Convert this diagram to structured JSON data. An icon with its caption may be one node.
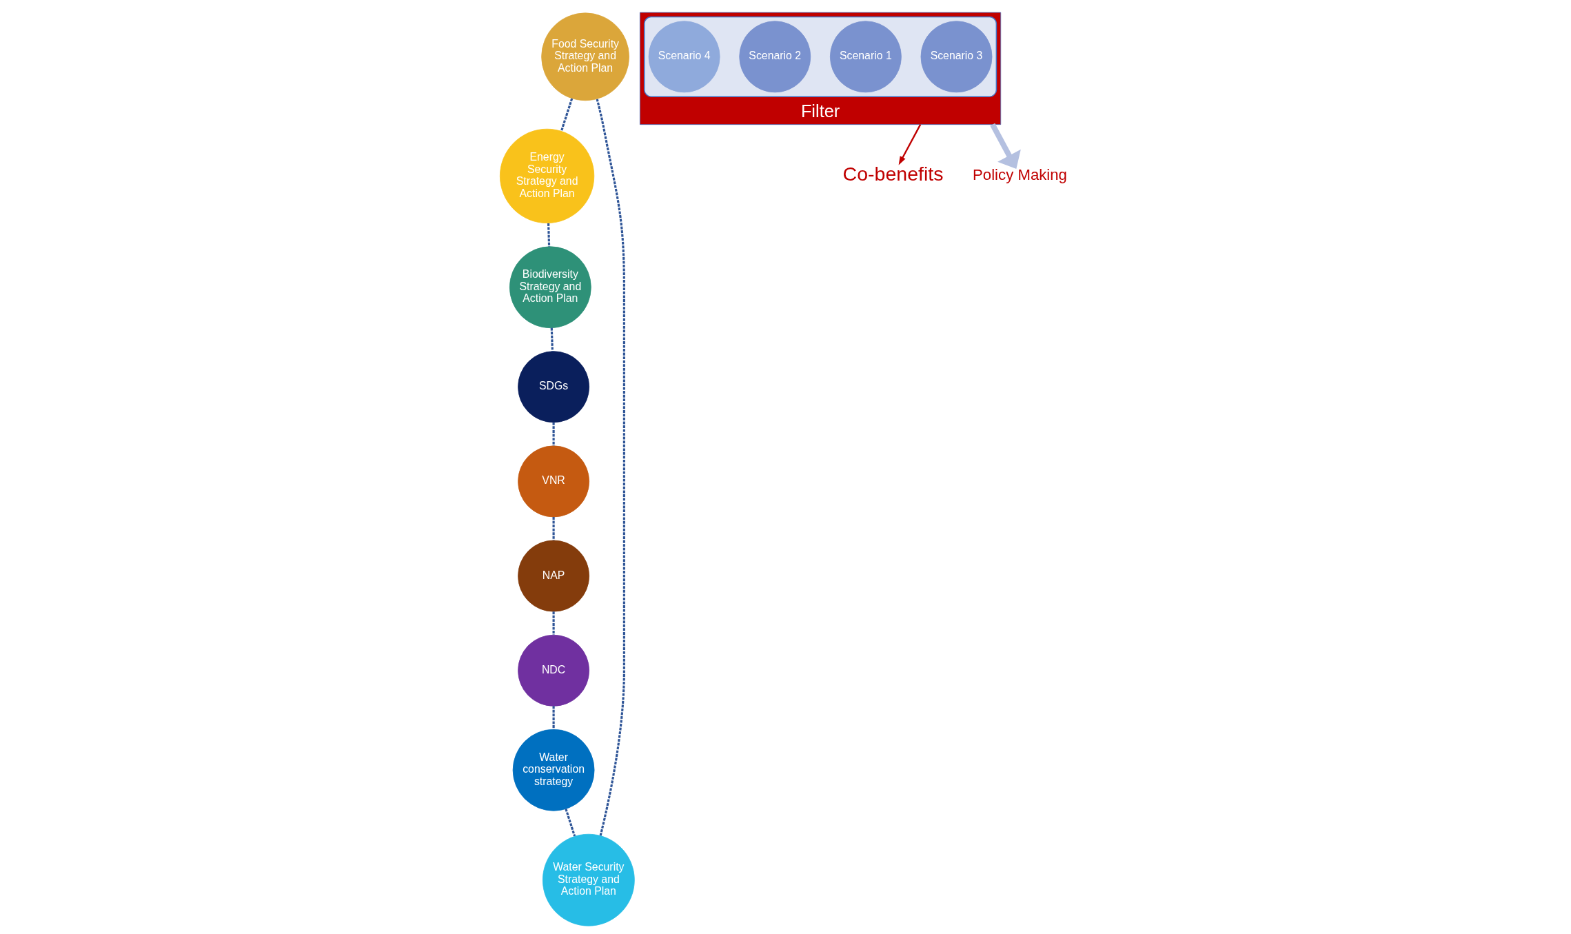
{
  "diagram": {
    "nodes": [
      {
        "text": [
          "Food Security Strategy and Action Plan"
        ]
      },
      {
        "text": [
          "Energy Security Strategy and Action Plan"
        ]
      },
      {
        "text": [
          "Biodiversity Strategy and Action Plan"
        ]
      },
      {
        "text": [
          "SDGs"
        ]
      },
      {
        "text": [
          "VNR"
        ]
      },
      {
        "text": [
          "NAP"
        ]
      },
      {
        "text": [
          "NDC"
        ]
      },
      {
        "text": [
          "Water conservation strategy"
        ]
      },
      {
        "text": [
          "Water Security Strategy and Action Plan"
        ]
      },
      {
        "text": [
          "Filter"
        ]
      },
      {
        "text": [],
        "shape": "ellipse",
        "in": 9
      },
      {
        "text": [
          "Scenario 3"
        ],
        "in": 10
      },
      {
        "text": [
          "Scenario 1"
        ],
        "in": 10
      },
      {
        "text": [
          "Scenario 2"
        ],
        "in": 10
      },
      {
        "text": [
          "Scenario 4"
        ],
        "in": 10
      },
      {
        "text": [
          "Co-benefits"
        ]
      },
      {
        "text": [
          "Policy Making"
        ]
      }
    ],
    "edges": [
      {
        "from": 8,
        "to": 0,
        "arrow": "none",
        "style": "dashed"
      },
      {
        "from": 0,
        "to": 1,
        "arrow": "none",
        "style": "dashed"
      },
      {
        "from": 1,
        "to": 2,
        "arrow": "none",
        "style": "dashed"
      },
      {
        "from": 2,
        "to": 3,
        "arrow": "none",
        "style": "dashed"
      },
      {
        "from": 3,
        "to": 4,
        "arrow": "none",
        "style": "dashed"
      },
      {
        "from": 4,
        "to": 5,
        "arrow": "none",
        "style": "dashed"
      },
      {
        "from": 5,
        "to": 6,
        "arrow": "none",
        "style": "dashed"
      },
      {
        "from": 6,
        "to": 7,
        "arrow": "none",
        "style": "dashed"
      },
      {
        "from": 7,
        "to": 8,
        "arrow": "none",
        "style": "dashed"
      },
      {
        "from": 9,
        "to": 15,
        "arrow": "to",
        "color": "#c00000"
      },
      {
        "from": 9,
        "to": 16,
        "arrow": "to",
        "style": "thick",
        "color": "#b4c0e0"
      }
    ]
  }
}
